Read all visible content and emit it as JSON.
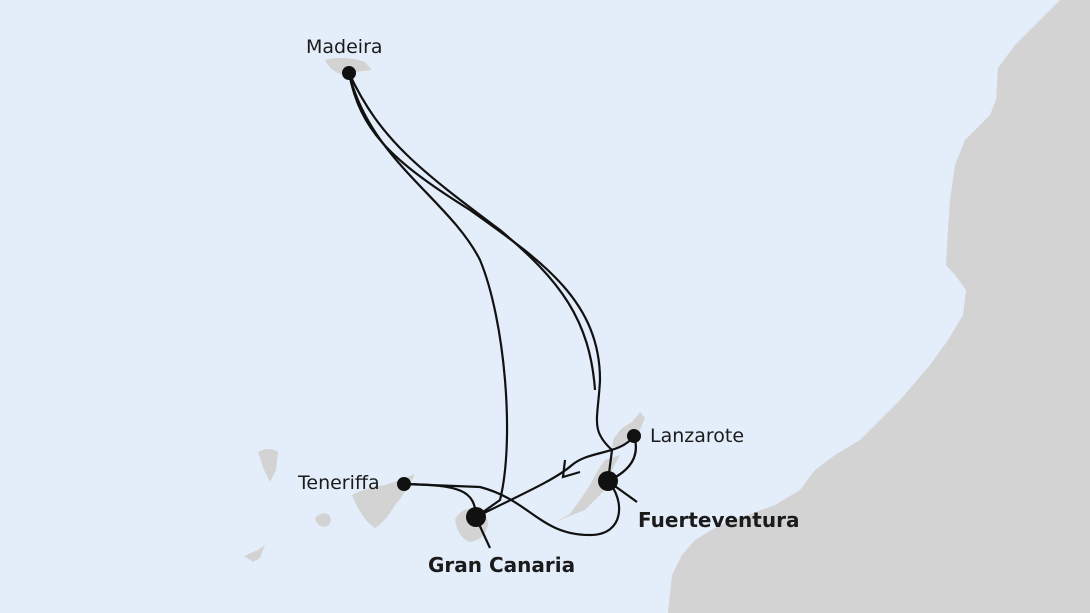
{
  "map": {
    "colors": {
      "sea": "#e4eefa",
      "land": "#d3d3d3",
      "route": "#111111",
      "label": "#1b1b1b"
    },
    "ports": [
      {
        "name": "Madeira",
        "emphasis": false
      },
      {
        "name": "Lanzarote",
        "emphasis": false
      },
      {
        "name": "Teneriffa",
        "emphasis": false
      },
      {
        "name": "Fuerteventura",
        "emphasis": true
      },
      {
        "name": "Gran Canaria",
        "emphasis": true
      }
    ],
    "route_icon": "arrow-direction-icon"
  }
}
